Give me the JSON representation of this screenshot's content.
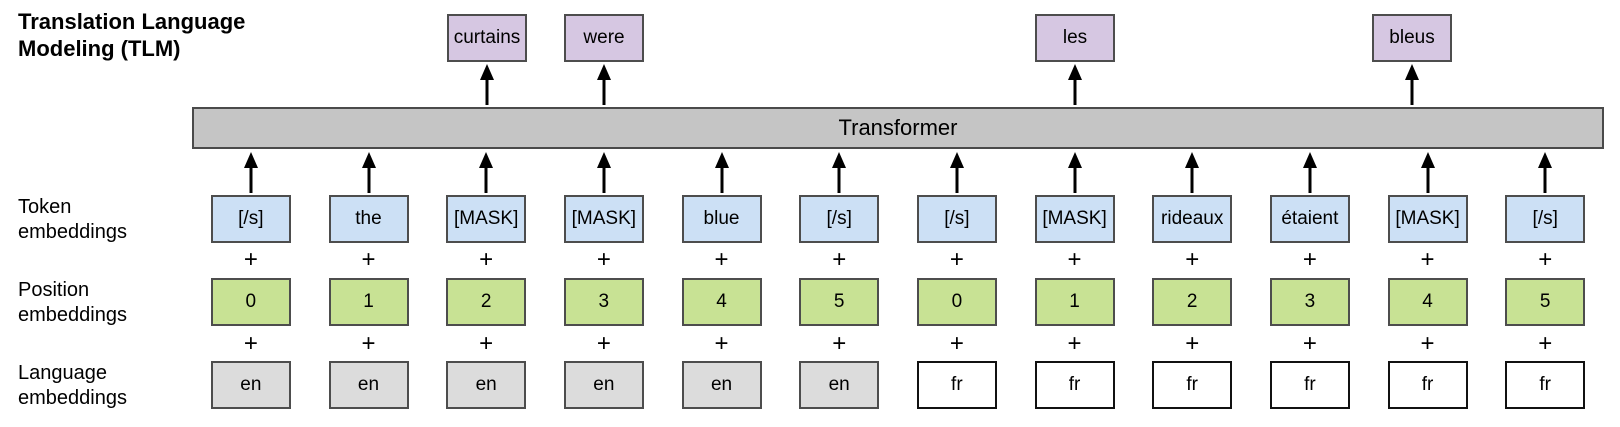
{
  "title": "Translation Language\nModeling (TLM)",
  "transformer": {
    "label": "Transformer"
  },
  "row_labels": {
    "token": "Token\nembeddings",
    "position": "Position\nembeddings",
    "language": "Language\nembeddings"
  },
  "plus": "+",
  "columns": {
    "tokens": [
      "[/s]",
      "the",
      "[MASK]",
      "[MASK]",
      "blue",
      "[/s]",
      "[/s]",
      "[MASK]",
      "rideaux",
      "étaient",
      "[MASK]",
      "[/s]"
    ],
    "positions": [
      "0",
      "1",
      "2",
      "3",
      "4",
      "5",
      "0",
      "1",
      "2",
      "3",
      "4",
      "5"
    ],
    "languages": [
      "en",
      "en",
      "en",
      "en",
      "en",
      "en",
      "fr",
      "fr",
      "fr",
      "fr",
      "fr",
      "fr"
    ]
  },
  "outputs": [
    {
      "label": "curtains",
      "column": 2
    },
    {
      "label": "were",
      "column": 3
    },
    {
      "label": "les",
      "column": 7
    },
    {
      "label": "bleus",
      "column": 10
    }
  ],
  "colors": {
    "token_box": "#cce0f5",
    "position_box": "#c8e294",
    "language_en_box": "#dcdcdc",
    "language_fr_box": "#ffffff",
    "output_box": "#d6c7e2",
    "transformer_bar": "#c5c5c5",
    "border": "#4d4d4d"
  }
}
